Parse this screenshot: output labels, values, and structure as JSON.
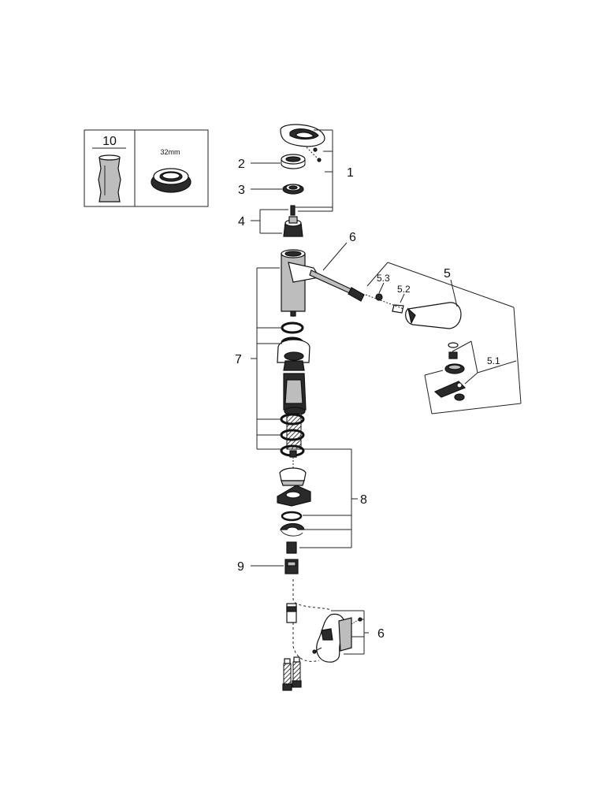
{
  "kit_box": {
    "part_number": "10",
    "size_label": "32mm"
  },
  "callouts": {
    "c1": "1",
    "c2": "2",
    "c3": "3",
    "c4": "4",
    "c5": "5",
    "c5_1": "5.1",
    "c5_2": "5.2",
    "c5_3": "5.3",
    "c6_top": "6",
    "c6_bottom": "6",
    "c7": "7",
    "c8": "8",
    "c9": "9"
  }
}
